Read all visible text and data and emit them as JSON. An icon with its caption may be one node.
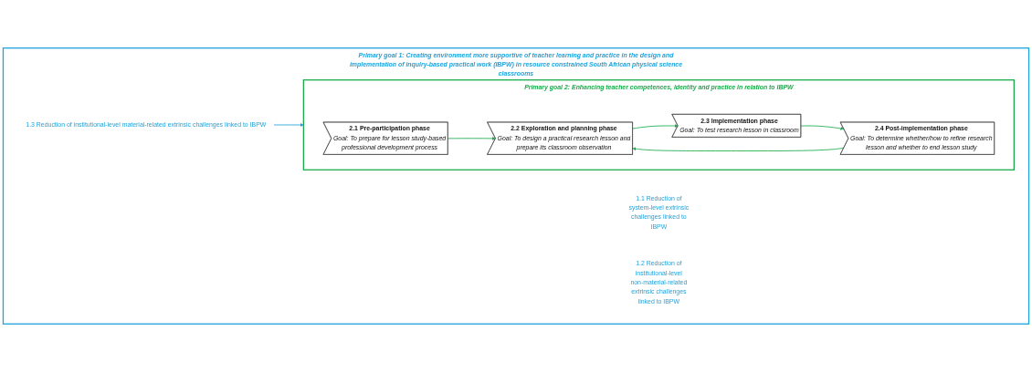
{
  "diagram": {
    "nodes": [
      {
        "text": [
          "Primary goal 1: Creating environment more supportive of teacher learning and practice in the design and implementation of inquiry-based practical work (IBPW) in resource constrained South African physical science classrooms"
        ]
      },
      {
        "text": [
          "1.1 Reduction of system-level extrinsic challenges linked to IBPW"
        ],
        "in": 0
      },
      {
        "text": [
          "1.2 Reduction of institutional-level non-material-related extrinsic challenges linked to IBPW"
        ],
        "in": 0
      },
      {
        "text": [
          "Primary goal 2: Enhancing teacher competences, identity and practice in relation to IBPW"
        ],
        "in": 0
      },
      {
        "text": [
          "2.1 Pre-participation phase",
          "Goal: To prepare for lesson study-based professional development process"
        ],
        "in": 3
      },
      {
        "text": [
          "2.2 Exploration and planning phase",
          "Goal: To design a practical research lesson and prepare its classroom observation"
        ],
        "in": 3
      },
      {
        "text": [
          "2.3 Implementation phase",
          "Goal: To test research lesson in classroom"
        ],
        "in": 3
      },
      {
        "text": [
          "2.4 Post-implementation phase",
          "Goal: To determine whether/how to refine research lesson and whether to end lesson study"
        ],
        "in": 3
      },
      {
        "text": [
          "1.3 Reduction of  institutional-level material-related extrinsic challenges linked to IBPW"
        ],
        "in": 0
      }
    ],
    "edges": [
      {
        "from": 4,
        "to": 5,
        "arrow": "to"
      },
      {
        "from": 5,
        "to": 6,
        "arrow": "to"
      },
      {
        "from": 6,
        "to": 7,
        "arrow": "to"
      },
      {
        "from": 7,
        "to": 5,
        "arrow": "to"
      },
      {
        "from": 8,
        "to": 3,
        "arrow": "to",
        "color": "#1fa3dc"
      }
    ]
  }
}
